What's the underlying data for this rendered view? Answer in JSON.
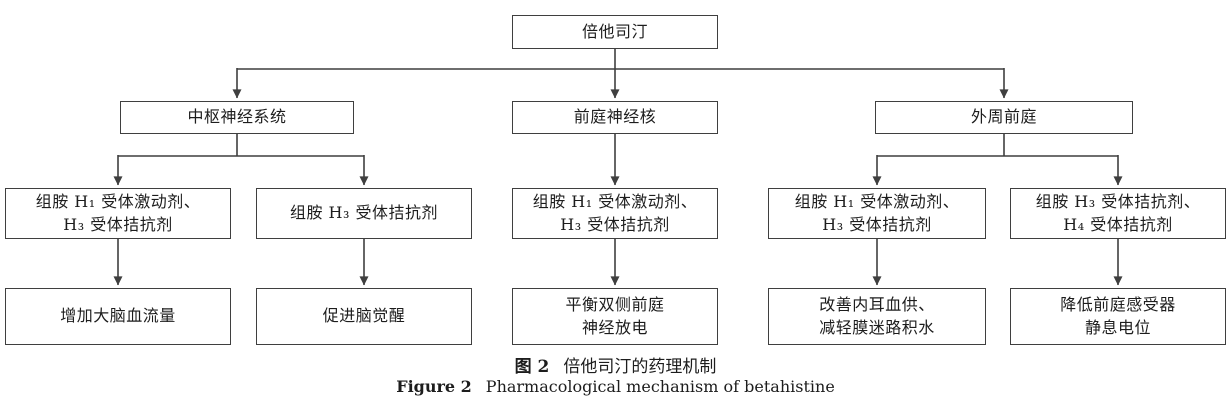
{
  "diagram": {
    "root": {
      "label": "倍他司汀"
    },
    "systems": {
      "cns": {
        "label": "中枢神经系统"
      },
      "vestibular_nucleus": {
        "label": "前庭神经核"
      },
      "peripheral_vestibule": {
        "label": "外周前庭"
      }
    },
    "mechanisms": {
      "cns_1": "组胺 H₁ 受体激动剂、\nH₃ 受体拮抗剂",
      "cns_2": "组胺 H₃ 受体拮抗剂",
      "vestibular_nucleus_1": "组胺 H₁ 受体激动剂、\nH₃ 受体拮抗剂",
      "peripheral_1": "组胺 H₁ 受体激动剂、\nH₃ 受体拮抗剂",
      "peripheral_2": "组胺 H₃ 受体拮抗剂、\nH₄ 受体拮抗剂"
    },
    "effects": {
      "cns_1": "增加大脑血流量",
      "cns_2": "促进脑觉醒",
      "vestibular_nucleus_1": "平衡双侧前庭\n神经放电",
      "peripheral_1": "改善内耳血供、\n减轻膜迷路积水",
      "peripheral_2": "降低前庭感受器\n静息电位"
    }
  },
  "caption": {
    "zh_label": "图 2",
    "zh_text": "倍他司汀的药理机制",
    "en_label": "Figure 2",
    "en_text": "Pharmacological mechanism of betahistine"
  },
  "colors": {
    "line": "#3f3f3f",
    "text": "#1d1d1d",
    "background": "#ffffff"
  }
}
